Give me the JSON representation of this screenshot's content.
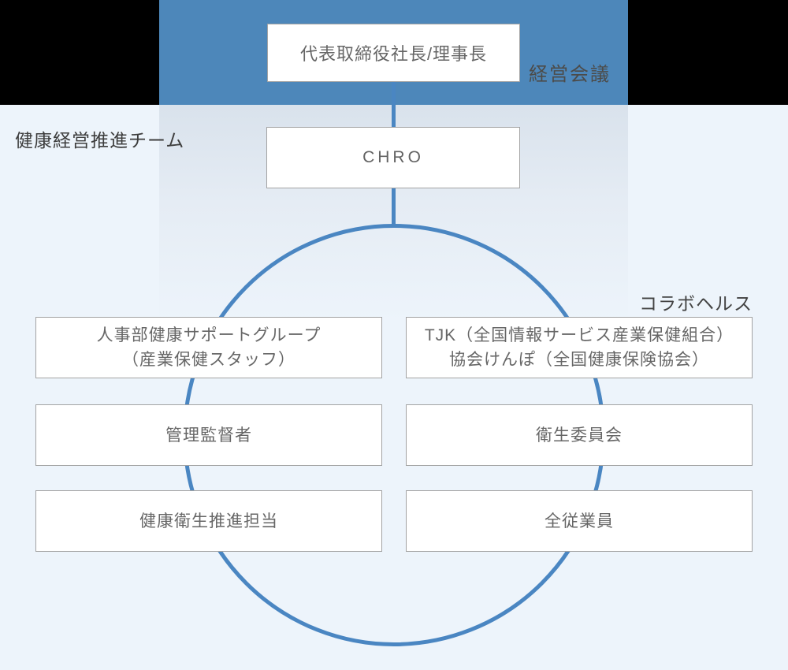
{
  "diagram": {
    "labels": {
      "management_meeting": "経営会議",
      "promotion_team": "健康経営推進チーム",
      "collabo_health": "コラボヘルス"
    },
    "nodes": {
      "president": "代表取締役社長/理事長",
      "chro": "CHRO"
    },
    "left_column": [
      {
        "lines": [
          "人事部健康サポートグループ",
          "（産業保健スタッフ）"
        ]
      },
      {
        "lines": [
          "管理監督者"
        ]
      },
      {
        "lines": [
          "健康衛生推進担当"
        ]
      }
    ],
    "right_column": [
      {
        "lines": [
          "TJK（全国情報サービス産業保健組合）",
          "協会けんぽ（全国健康保険協会）"
        ]
      },
      {
        "lines": [
          "衛生委員会"
        ]
      },
      {
        "lines": [
          "全従業員"
        ]
      }
    ],
    "colors": {
      "band_blue": "#4d87ba",
      "line_blue": "#4a86c2",
      "background": "#edf4fb",
      "corner_mask": "#000000",
      "box_border": "#a3a3a3",
      "box_text": "#666666",
      "label_text": "#3d3d3d"
    }
  }
}
